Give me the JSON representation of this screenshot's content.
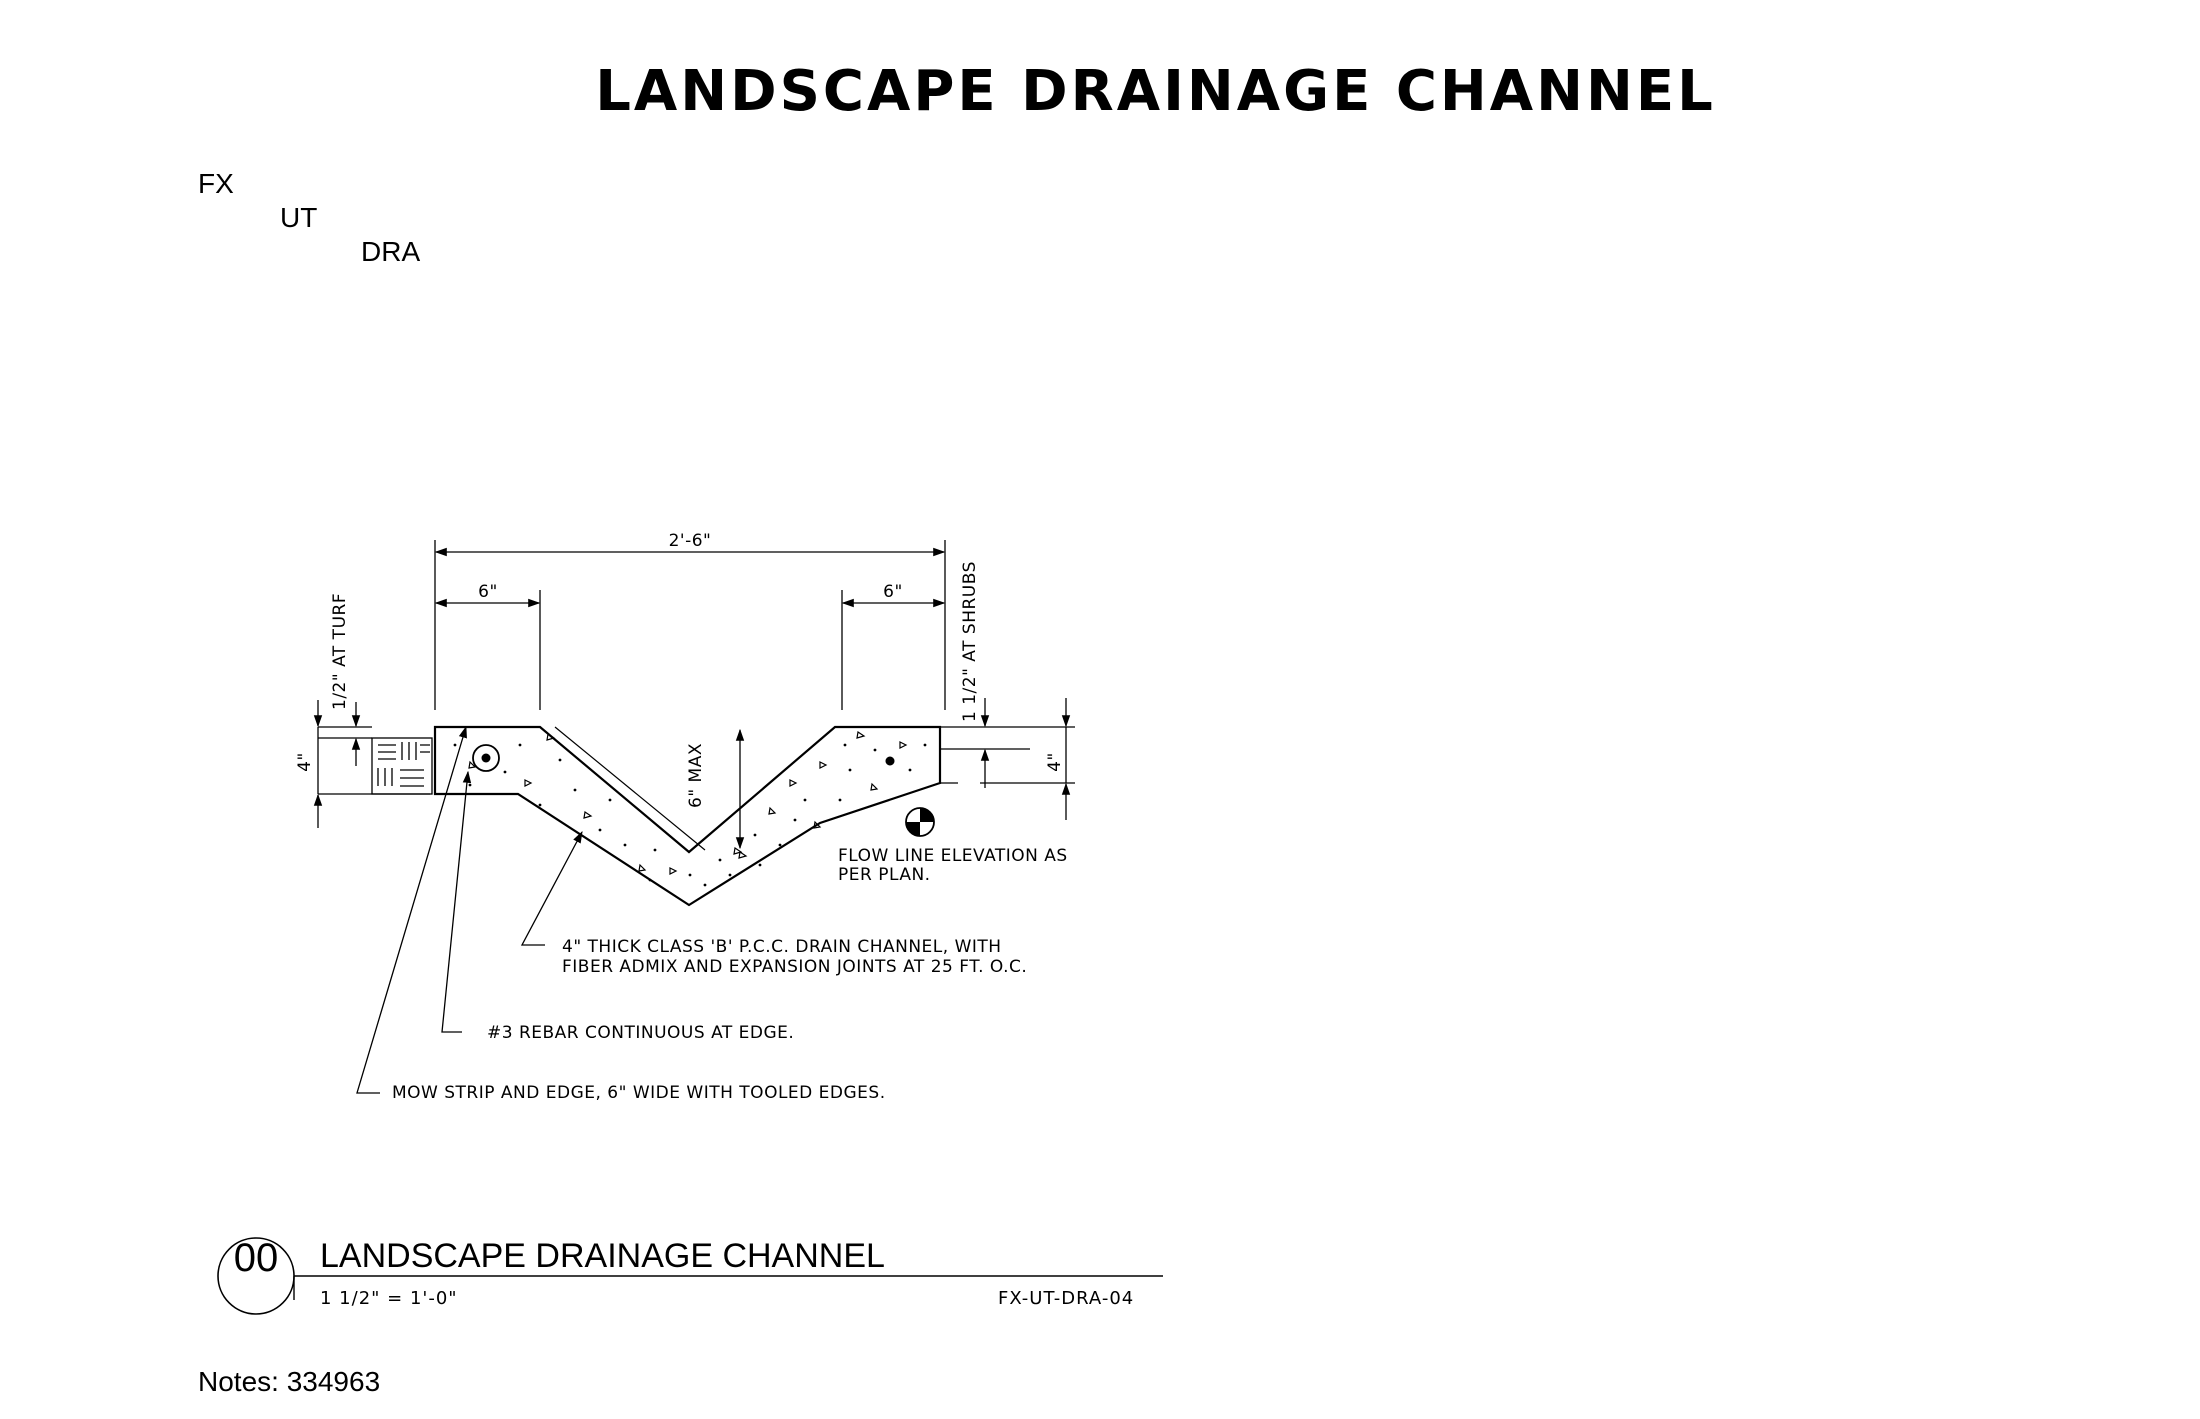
{
  "sheet": {
    "title": "LANDSCAPE DRAINAGE CHANNEL",
    "codes": [
      "FX",
      "UT",
      "DRA"
    ],
    "notes": "Notes: 334963"
  },
  "dimensions": {
    "overall_width": "2'-6\"",
    "left_band": "6\"",
    "right_band": "6\"",
    "turf_drop": "1/2\" AT TURF",
    "shrub_drop": "1 1/2\" AT SHRUBS",
    "left_depth": "4\"",
    "right_depth": "4\"",
    "channel_depth": "6\" MAX"
  },
  "callouts": {
    "flow_line": [
      "FLOW LINE ELEVATION AS",
      "PER PLAN."
    ],
    "drain_channel": [
      "4\" THICK CLASS 'B' P.C.C. DRAIN CHANNEL, WITH",
      "FIBER ADMIX AND EXPANSION JOINTS AT 25 FT. O.C."
    ],
    "rebar": "#3 REBAR CONTINUOUS AT EDGE.",
    "mow_strip": "MOW STRIP AND EDGE, 6\" WIDE WITH TOOLED EDGES."
  },
  "detail": {
    "number": "00",
    "title": "LANDSCAPE DRAINAGE CHANNEL",
    "scale": "1 1/2\" = 1'-0\"",
    "reference": "FX-UT-DRA-04"
  }
}
